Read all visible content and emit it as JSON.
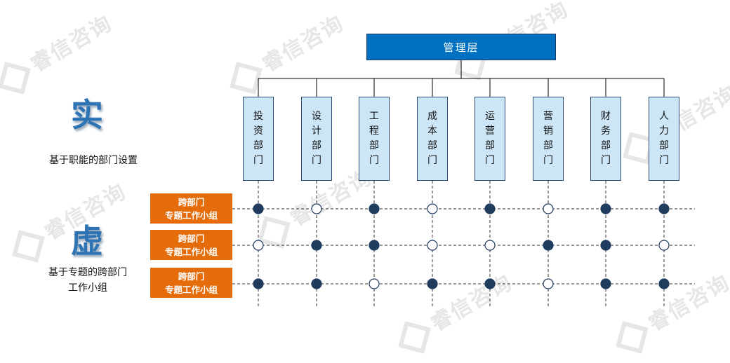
{
  "watermark": "睿信咨询",
  "top": {
    "label": "管理层"
  },
  "departments": [
    {
      "chars": [
        "投",
        "资",
        "部",
        "门"
      ]
    },
    {
      "chars": [
        "设",
        "计",
        "部",
        "门"
      ]
    },
    {
      "chars": [
        "工",
        "程",
        "部",
        "门"
      ]
    },
    {
      "chars": [
        "成",
        "本",
        "部",
        "门"
      ]
    },
    {
      "chars": [
        "运",
        "营",
        "部",
        "门"
      ]
    },
    {
      "chars": [
        "营",
        "销",
        "部",
        "门"
      ]
    },
    {
      "chars": [
        "财",
        "务",
        "部",
        "门"
      ]
    },
    {
      "chars": [
        "人",
        "力",
        "部",
        "门"
      ]
    }
  ],
  "left": {
    "real_char": "实",
    "real_caption": "基于职能的部门设置",
    "virtual_char": "虚",
    "virtual_caption_line1": "基于专题的跨部门",
    "virtual_caption_line2": "工作小组"
  },
  "teams": [
    {
      "line1": "跨部门",
      "line2": "专题工作小组",
      "dots": [
        1,
        0,
        1,
        0,
        1,
        0,
        1,
        1
      ]
    },
    {
      "line1": "跨部门",
      "line2": "专题工作小组",
      "dots": [
        0,
        1,
        1,
        0,
        0,
        1,
        1,
        0
      ]
    },
    {
      "line1": "跨部门",
      "line2": "专题工作小组",
      "dots": [
        1,
        1,
        0,
        1,
        1,
        0,
        1,
        1
      ]
    }
  ],
  "colors": {
    "filled_dot": "#1f3c5e",
    "open_dot": "#ffffff",
    "dot_stroke": "#1f3c5e",
    "line": "#000000",
    "dash": "#333333"
  }
}
